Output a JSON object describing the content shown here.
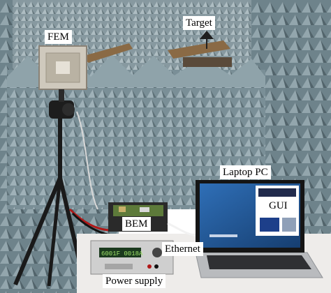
{
  "photo": {
    "labels": {
      "fem": "FEM",
      "target": "Target",
      "laptop": "Laptop PC",
      "gui": "GUI",
      "bem": "BEM",
      "ethernet": "Ethernet",
      "power_supply": "Power supply"
    },
    "power_supply_display": "6001F 0018A"
  },
  "colors": {
    "absorber": "#7f949c",
    "absorber_dark": "#56686f",
    "absorber_light": "#a8b7bd",
    "laptop_body": "#b9bbbe",
    "screen": "#1a4e8c",
    "table": "#efeeee",
    "psu_display": "#1b3a1e"
  }
}
